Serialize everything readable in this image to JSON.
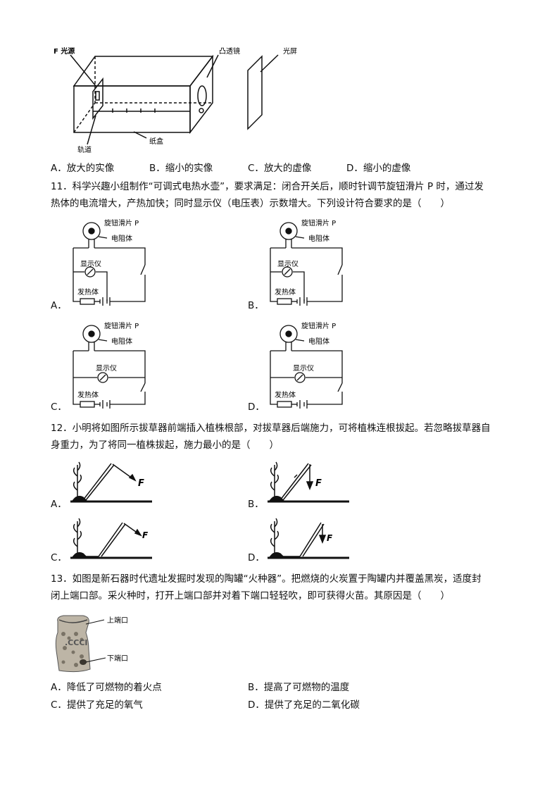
{
  "q10": {
    "diagram_labels": {
      "source": "F 光源",
      "lens": "凸透镜",
      "screen": "光屏",
      "track": "轨道",
      "box": "纸盒"
    },
    "options": [
      {
        "letter": "A．",
        "text": "放大的实像"
      },
      {
        "letter": "B．",
        "text": "缩小的实像"
      },
      {
        "letter": "C．",
        "text": "放大的虚像"
      },
      {
        "letter": "D．",
        "text": "缩小的虚像"
      }
    ]
  },
  "q11": {
    "stem_line1": "11．科学兴趣小组制作“可调式电热水壶”，要求满足：闭合开关后，顺时针调节旋钮滑片 P 时，通过发",
    "stem_line2": "热体的电流增大，产热加快；同时显示仪（电压表）示数增大。下列设计符合要求的是（　　）",
    "circuit_labels": {
      "slider": "旋钮滑片 P",
      "resistor": "电阻体",
      "meter": "显示仪",
      "heater": "发热体"
    },
    "options": [
      "A．",
      "B．",
      "C．",
      "D．"
    ]
  },
  "q12": {
    "stem_line1": "12．小明将如图所示拔草器前端插入植株根部，对拔草器后端施力，可将植株连根拔起。若忽略拔草器自",
    "stem_line2": "身重力，为了将同一植株拔起，施力最小的是（　　）",
    "force_label": "F",
    "options": [
      "A．",
      "B．",
      "C．",
      "D．"
    ]
  },
  "q13": {
    "stem_line1": "13．如图是新石器时代遗址发掘时发现的陶罐“火种器”。把燃烧的火炭置于陶罐内并覆盖黑炭，适度封",
    "stem_line2": "闭上端口部。采火种时，打开上端口部并对着下端口轻轻吹，即可获得火苗。其原因是（　　）",
    "labels": {
      "top": "上端口",
      "bottom": "下端口"
    },
    "options": [
      {
        "letter": "A．",
        "text": "降低了可燃物的着火点"
      },
      {
        "letter": "B．",
        "text": "提高了可燃物的温度"
      },
      {
        "letter": "C．",
        "text": "提供了充足的氧气"
      },
      {
        "letter": "D．",
        "text": "提供了充足的二氧化碳"
      }
    ]
  }
}
